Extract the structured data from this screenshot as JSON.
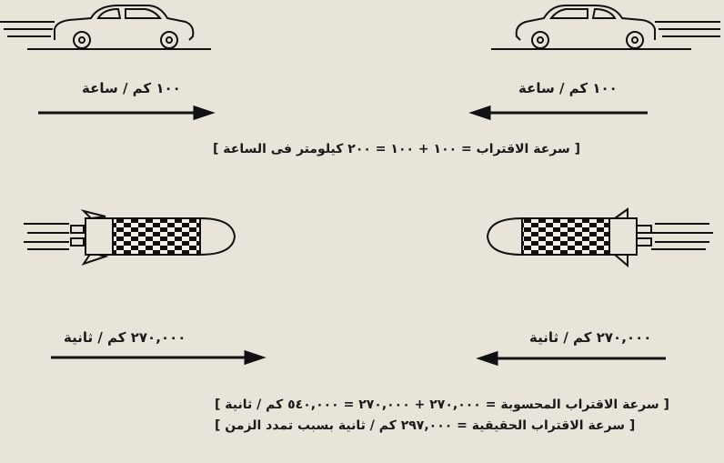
{
  "cars": {
    "left_speed": "١٠٠ كم / ساعة",
    "right_speed": "١٠٠ كم / ساعة",
    "formula": "[ سرعة الاقتراب = ١٠٠ + ١٠٠ = ٢٠٠ كيلومتر فى الساعة ]"
  },
  "rockets": {
    "left_speed": "٢٧٠,٠٠٠ كم / ثانية",
    "right_speed": "٢٧٠,٠٠٠ كم / ثانية",
    "formula_computed": "[ سرعة الاقتراب المحسوبة = ٢٧٠,٠٠٠ + ٢٧٠,٠٠٠ = ٥٤٠,٠٠٠ كم / ثانية ]",
    "formula_actual": "[ سرعة الاقتراب الحقيقية = ٢٩٧,٠٠٠ كم / ثانية بسبب تمدد الزمن ]"
  }
}
